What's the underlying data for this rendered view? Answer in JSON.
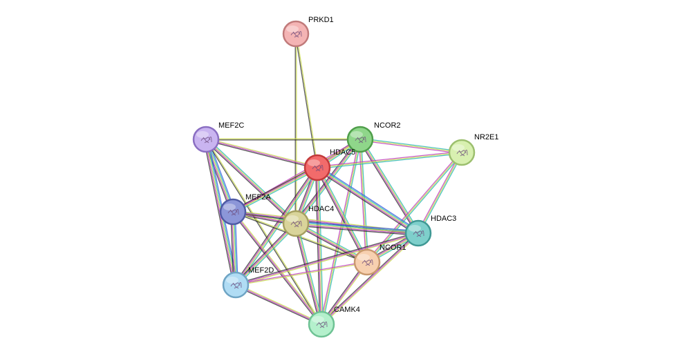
{
  "network": {
    "nodes": [
      {
        "id": "PRKD1",
        "label": "PRKD1",
        "fill": "#f4b4b4",
        "stroke": "#c07a7a"
      },
      {
        "id": "MEF2C",
        "label": "MEF2C",
        "fill": "#c9b4f0",
        "stroke": "#8a6ec2"
      },
      {
        "id": "NCOR2",
        "label": "NCOR2",
        "fill": "#8fd68a",
        "stroke": "#4f9e4a"
      },
      {
        "id": "NR2E1",
        "label": "NR2E1",
        "fill": "#d8f0b0",
        "stroke": "#9cbf6e"
      },
      {
        "id": "HDAC5",
        "label": "HDAC5",
        "fill": "#f26b6b",
        "stroke": "#c23a3a"
      },
      {
        "id": "MEF2A",
        "label": "MEF2A",
        "fill": "#8c96d8",
        "stroke": "#4f5aa4"
      },
      {
        "id": "HDAC4",
        "label": "HDAC4",
        "fill": "#d9d49a",
        "stroke": "#a6a060"
      },
      {
        "id": "HDAC3",
        "label": "HDAC3",
        "fill": "#7ecfcb",
        "stroke": "#3f9894"
      },
      {
        "id": "NCOR1",
        "label": "NCOR1",
        "fill": "#f7d0b0",
        "stroke": "#c9986e"
      },
      {
        "id": "MEF2D",
        "label": "MEF2D",
        "fill": "#b0dcf4",
        "stroke": "#6ea4c4"
      },
      {
        "id": "CAMK4",
        "label": "CAMK4",
        "fill": "#b4f0cc",
        "stroke": "#6ec294"
      }
    ],
    "edges": [
      {
        "source": "PRKD1",
        "target": "HDAC5",
        "colors": [
          "#c8d850",
          "#222222"
        ]
      },
      {
        "source": "PRKD1",
        "target": "HDAC4",
        "colors": [
          "#c8d850",
          "#222222"
        ]
      },
      {
        "source": "MEF2C",
        "target": "NCOR2",
        "colors": [
          "#c8d850",
          "#222222"
        ]
      },
      {
        "source": "MEF2C",
        "target": "HDAC5",
        "colors": [
          "#c8d850",
          "#c040c0",
          "#222222"
        ]
      },
      {
        "source": "MEF2C",
        "target": "MEF2A",
        "colors": [
          "#4060e0",
          "#30b8b8",
          "#c8d850",
          "#c040c0",
          "#222222"
        ]
      },
      {
        "source": "MEF2C",
        "target": "HDAC4",
        "colors": [
          "#30b8b8",
          "#c8d850",
          "#c040c0",
          "#222222"
        ]
      },
      {
        "source": "MEF2C",
        "target": "MEF2D",
        "colors": [
          "#4060e0",
          "#30b8b8",
          "#c8d850",
          "#c040c0",
          "#222222"
        ]
      },
      {
        "source": "MEF2C",
        "target": "CAMK4",
        "colors": [
          "#c8d850",
          "#222222"
        ]
      },
      {
        "source": "NCOR2",
        "target": "NR2E1",
        "colors": [
          "#30b8b8",
          "#c8d850",
          "#c040c0"
        ]
      },
      {
        "source": "NCOR2",
        "target": "HDAC5",
        "colors": [
          "#30b8b8",
          "#c8d850",
          "#c040c0",
          "#222222"
        ]
      },
      {
        "source": "NCOR2",
        "target": "MEF2A",
        "colors": [
          "#c8d850",
          "#c040c0"
        ]
      },
      {
        "source": "NCOR2",
        "target": "HDAC4",
        "colors": [
          "#30b8b8",
          "#c8d850",
          "#c040c0",
          "#222222"
        ]
      },
      {
        "source": "NCOR2",
        "target": "HDAC3",
        "colors": [
          "#30b8b8",
          "#c8d850",
          "#c040c0",
          "#222222"
        ]
      },
      {
        "source": "NCOR2",
        "target": "NCOR1",
        "colors": [
          "#30b8b8",
          "#c8d850",
          "#c040c0"
        ]
      },
      {
        "source": "NCOR2",
        "target": "CAMK4",
        "colors": [
          "#30b8b8",
          "#c8d850",
          "#c040c0"
        ]
      },
      {
        "source": "NR2E1",
        "target": "HDAC5",
        "colors": [
          "#30b8b8",
          "#c8d850",
          "#c040c0"
        ]
      },
      {
        "source": "NR2E1",
        "target": "HDAC3",
        "colors": [
          "#30b8b8",
          "#c8d850",
          "#c040c0"
        ]
      },
      {
        "source": "NR2E1",
        "target": "NCOR1",
        "colors": [
          "#30b8b8",
          "#c8d850",
          "#c040c0"
        ]
      },
      {
        "source": "HDAC5",
        "target": "MEF2A",
        "colors": [
          "#30b8b8",
          "#c8d850",
          "#c040c0",
          "#222222"
        ]
      },
      {
        "source": "HDAC5",
        "target": "HDAC4",
        "colors": [
          "#30b8b8",
          "#c8d850",
          "#c040c0",
          "#222222"
        ]
      },
      {
        "source": "HDAC5",
        "target": "HDAC3",
        "colors": [
          "#4060e0",
          "#30b8b8",
          "#c8d850",
          "#c040c0",
          "#222222"
        ]
      },
      {
        "source": "HDAC5",
        "target": "NCOR1",
        "colors": [
          "#30b8b8",
          "#c8d850",
          "#c040c0",
          "#222222"
        ]
      },
      {
        "source": "HDAC5",
        "target": "MEF2D",
        "colors": [
          "#30b8b8",
          "#c8d850",
          "#c040c0",
          "#222222"
        ]
      },
      {
        "source": "HDAC5",
        "target": "CAMK4",
        "colors": [
          "#30b8b8",
          "#c8d850",
          "#c040c0",
          "#222222"
        ]
      },
      {
        "source": "MEF2A",
        "target": "HDAC4",
        "colors": [
          "#30b8b8",
          "#c8d850",
          "#c040c0",
          "#222222"
        ]
      },
      {
        "source": "MEF2A",
        "target": "HDAC3",
        "colors": [
          "#c8d850",
          "#c040c0",
          "#222222"
        ]
      },
      {
        "source": "MEF2A",
        "target": "NCOR1",
        "colors": [
          "#c8d850",
          "#222222"
        ]
      },
      {
        "source": "MEF2A",
        "target": "MEF2D",
        "colors": [
          "#4060e0",
          "#30b8b8",
          "#c8d850",
          "#c040c0",
          "#222222"
        ]
      },
      {
        "source": "MEF2A",
        "target": "CAMK4",
        "colors": [
          "#c8d850",
          "#c040c0",
          "#222222"
        ]
      },
      {
        "source": "HDAC4",
        "target": "HDAC3",
        "colors": [
          "#4060e0",
          "#30b8b8",
          "#c8d850",
          "#c040c0",
          "#222222"
        ]
      },
      {
        "source": "HDAC4",
        "target": "NCOR1",
        "colors": [
          "#30b8b8",
          "#c8d850",
          "#c040c0",
          "#222222"
        ]
      },
      {
        "source": "HDAC4",
        "target": "MEF2D",
        "colors": [
          "#30b8b8",
          "#c8d850",
          "#c040c0",
          "#222222"
        ]
      },
      {
        "source": "HDAC4",
        "target": "CAMK4",
        "colors": [
          "#30b8b8",
          "#c8d850",
          "#c040c0",
          "#222222"
        ]
      },
      {
        "source": "HDAC3",
        "target": "NCOR1",
        "colors": [
          "#30b8b8",
          "#c8d850",
          "#c040c0",
          "#222222"
        ]
      },
      {
        "source": "HDAC3",
        "target": "MEF2D",
        "colors": [
          "#c8d850",
          "#c040c0",
          "#222222"
        ]
      },
      {
        "source": "HDAC3",
        "target": "CAMK4",
        "colors": [
          "#c8d850",
          "#c040c0",
          "#222222"
        ]
      },
      {
        "source": "NCOR1",
        "target": "MEF2D",
        "colors": [
          "#c8d850",
          "#c040c0"
        ]
      },
      {
        "source": "NCOR1",
        "target": "CAMK4",
        "colors": [
          "#c8d850",
          "#c040c0",
          "#222222"
        ]
      },
      {
        "source": "MEF2D",
        "target": "CAMK4",
        "colors": [
          "#c8d850",
          "#c040c0",
          "#222222"
        ]
      }
    ]
  }
}
